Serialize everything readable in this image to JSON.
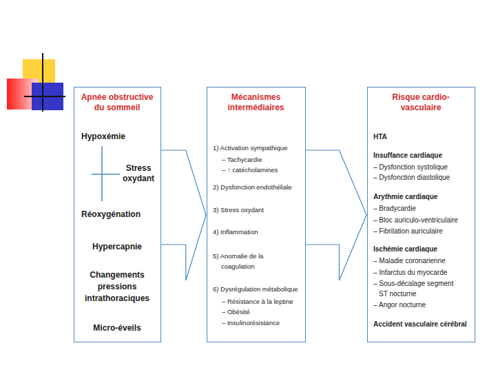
{
  "diagram": {
    "nodes": [
      {
        "text": [
          "Apnée obstructive du sommeil",
          "Hypoxémie",
          "Stress oxydant",
          "Réoxygénation",
          "Hypercapnie",
          "Changements pressions intrathoraciques",
          "Micro-éveils"
        ]
      },
      {
        "text": [
          "Mécanismes intermédiaires",
          "1) Activation sympathique",
          "– Tachycardie",
          "– ↑ catécholamines",
          "2) Dysfonction endothéliale",
          "3) Stress oxydant",
          "4) Inflammation",
          "5) Anomalie de la coagulation",
          "6) Dysrégulation métabolique",
          "– Résistance à la leptine",
          "– Obésité",
          "– Insulinorésistance"
        ]
      },
      {
        "text": [
          "Risque cardio-vasculaire",
          "HTA",
          "Insuffance cardiaque",
          "– Dysfonction systolique",
          "– Dysfonction diastolique",
          "Arythmie cardiaque",
          "– Bradycardie",
          "– Bloc auriculo-ventriculaire",
          "– Fibrilation auriculaire",
          "Ischémie cardiaque",
          "– Maladie coronarienne",
          "– Infarctus du myocarde",
          "– Sous-décalage segment ST nocturne",
          "– Angor nocturne",
          "Accident vasculaire cérébral"
        ]
      }
    ],
    "edges": [
      {
        "from": 0,
        "to": 1,
        "arrow": "to"
      },
      {
        "from": 1,
        "to": 2,
        "arrow": "to"
      }
    ]
  }
}
